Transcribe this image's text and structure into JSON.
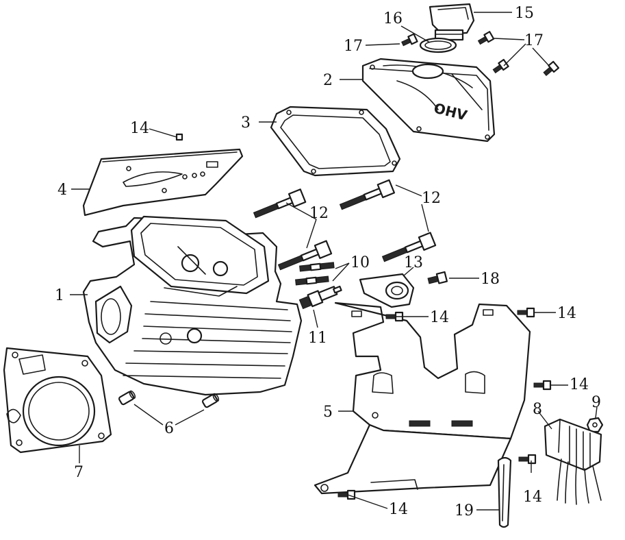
{
  "diagram": {
    "parts": [
      {
        "id": "1",
        "name": "cylinder-head"
      },
      {
        "id": "2",
        "name": "valve-cover"
      },
      {
        "id": "3",
        "name": "valve-cover-gasket"
      },
      {
        "id": "4",
        "name": "head-shroud-plate"
      },
      {
        "id": "5",
        "name": "mounting-bracket"
      },
      {
        "id": "6",
        "name": "dowel-pin"
      },
      {
        "id": "7",
        "name": "head-gasket"
      },
      {
        "id": "8",
        "name": "rectifier-regulator"
      },
      {
        "id": "9",
        "name": "nut"
      },
      {
        "id": "10",
        "name": "stud"
      },
      {
        "id": "11",
        "name": "spark-plug"
      },
      {
        "id": "12",
        "name": "head-bolt"
      },
      {
        "id": "13",
        "name": "breather-plate"
      },
      {
        "id": "14",
        "name": "bolt"
      },
      {
        "id": "15",
        "name": "oil-filler-cap"
      },
      {
        "id": "16",
        "name": "cap-seal-ring"
      },
      {
        "id": "17",
        "name": "cover-bolt"
      },
      {
        "id": "18",
        "name": "bolt"
      },
      {
        "id": "19",
        "name": "dipstick"
      }
    ],
    "callouts": {
      "c1": "1",
      "c2": "2",
      "c3": "3",
      "c4": "4",
      "c5": "5",
      "c6": "6",
      "c7": "7",
      "c8": "8",
      "c9": "9",
      "c10": "10",
      "c11": "11",
      "c12a": "12",
      "c12b": "12",
      "c13": "13",
      "c14a": "14",
      "c14b": "14",
      "c14c": "14",
      "c14d": "14",
      "c14e": "14",
      "c14f": "14",
      "c15": "15",
      "c16": "16",
      "c17a": "17",
      "c17b": "17",
      "c18": "18",
      "c19": "19"
    },
    "cover_marking": "OHV"
  }
}
